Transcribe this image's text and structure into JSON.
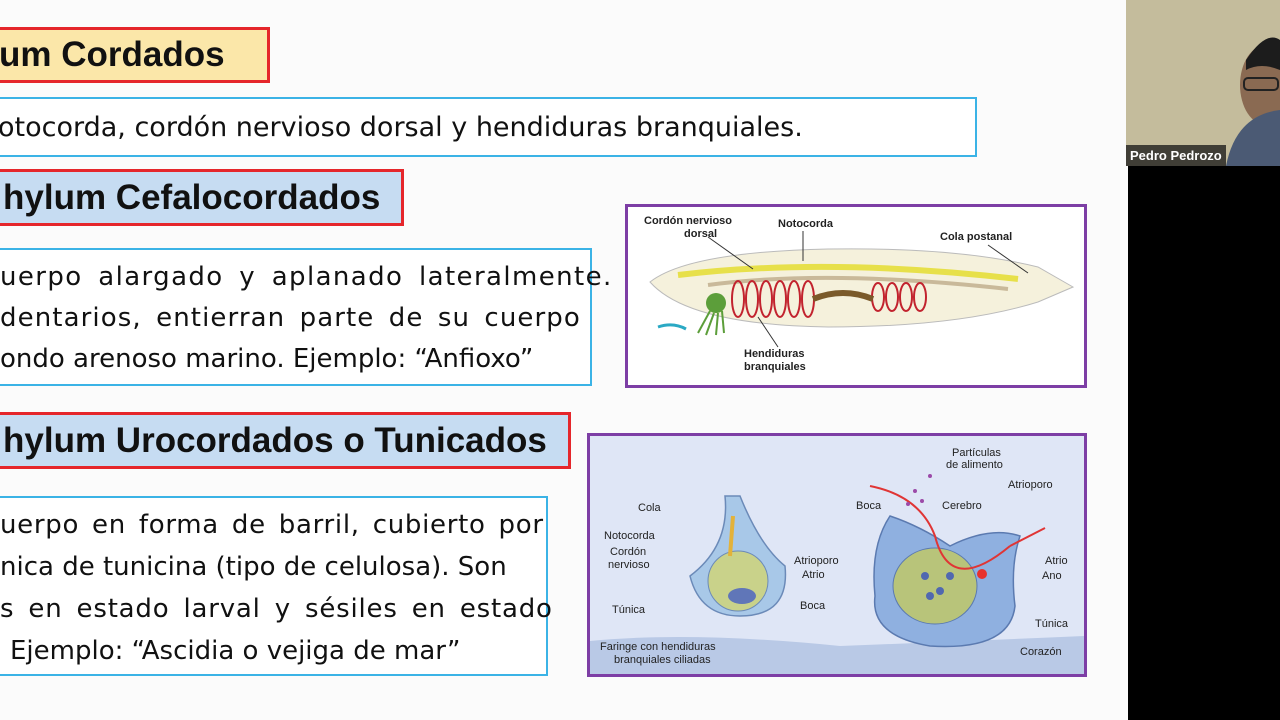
{
  "slide": {
    "title1": "um Cordados",
    "line1": "otocorda, cordón nervioso dorsal y hendiduras branquiales.",
    "title2": "hylum Cefalocordados",
    "box2": {
      "line1": "uerpo alargado y aplanado lateralmente.",
      "line2": "dentarios, entierran parte de su cuerpo",
      "line3": "ondo arenoso marino. Ejemplo: “Anfioxo”"
    },
    "title3": "hylum Urocordados o Tunicados",
    "box3": {
      "line1": "uerpo en forma de barril, cubierto por",
      "line2": "nica de tunicina (tipo de celulosa). Son",
      "line3": "s en estado larval y sésiles en estado",
      "line4": "Ejemplo: “Ascidia o vejiga de mar”"
    }
  },
  "figure1": {
    "cordon1": "Cordón nervioso",
    "cordon2": "dorsal",
    "notocorda": "Notocorda",
    "cola": "Cola postanal",
    "hend1": "Hendiduras",
    "hend2": "branquiales"
  },
  "figure2": {
    "particulas1": "Partículas",
    "particulas2": "de alimento",
    "cola": "Cola",
    "notocorda": "Notocorda",
    "cordon1": "Cordón",
    "cordon2": "nervioso",
    "atrioporo_l": "Atrioporo",
    "atrio_l": "Atrio",
    "tunica_l": "Túnica",
    "boca_l": "Boca",
    "faringe1": "Faringe con hendiduras",
    "faringe2": "branquiales ciliadas",
    "boca_r": "Boca",
    "cerebro": "Cerebro",
    "atrioporo_r": "Atrioporo",
    "atrio_r": "Atrio",
    "ano": "Ano",
    "tunica_r": "Túnica",
    "corazon": "Corazón"
  },
  "webcam": {
    "name": "Pedro Pedrozo"
  },
  "colors": {
    "title_yellow": "#fbe7a9",
    "title_blue": "#c6dcf2",
    "title_border": "#e5262b",
    "text_border": "#3bb3e6",
    "figure_border": "#7d3ea5"
  }
}
